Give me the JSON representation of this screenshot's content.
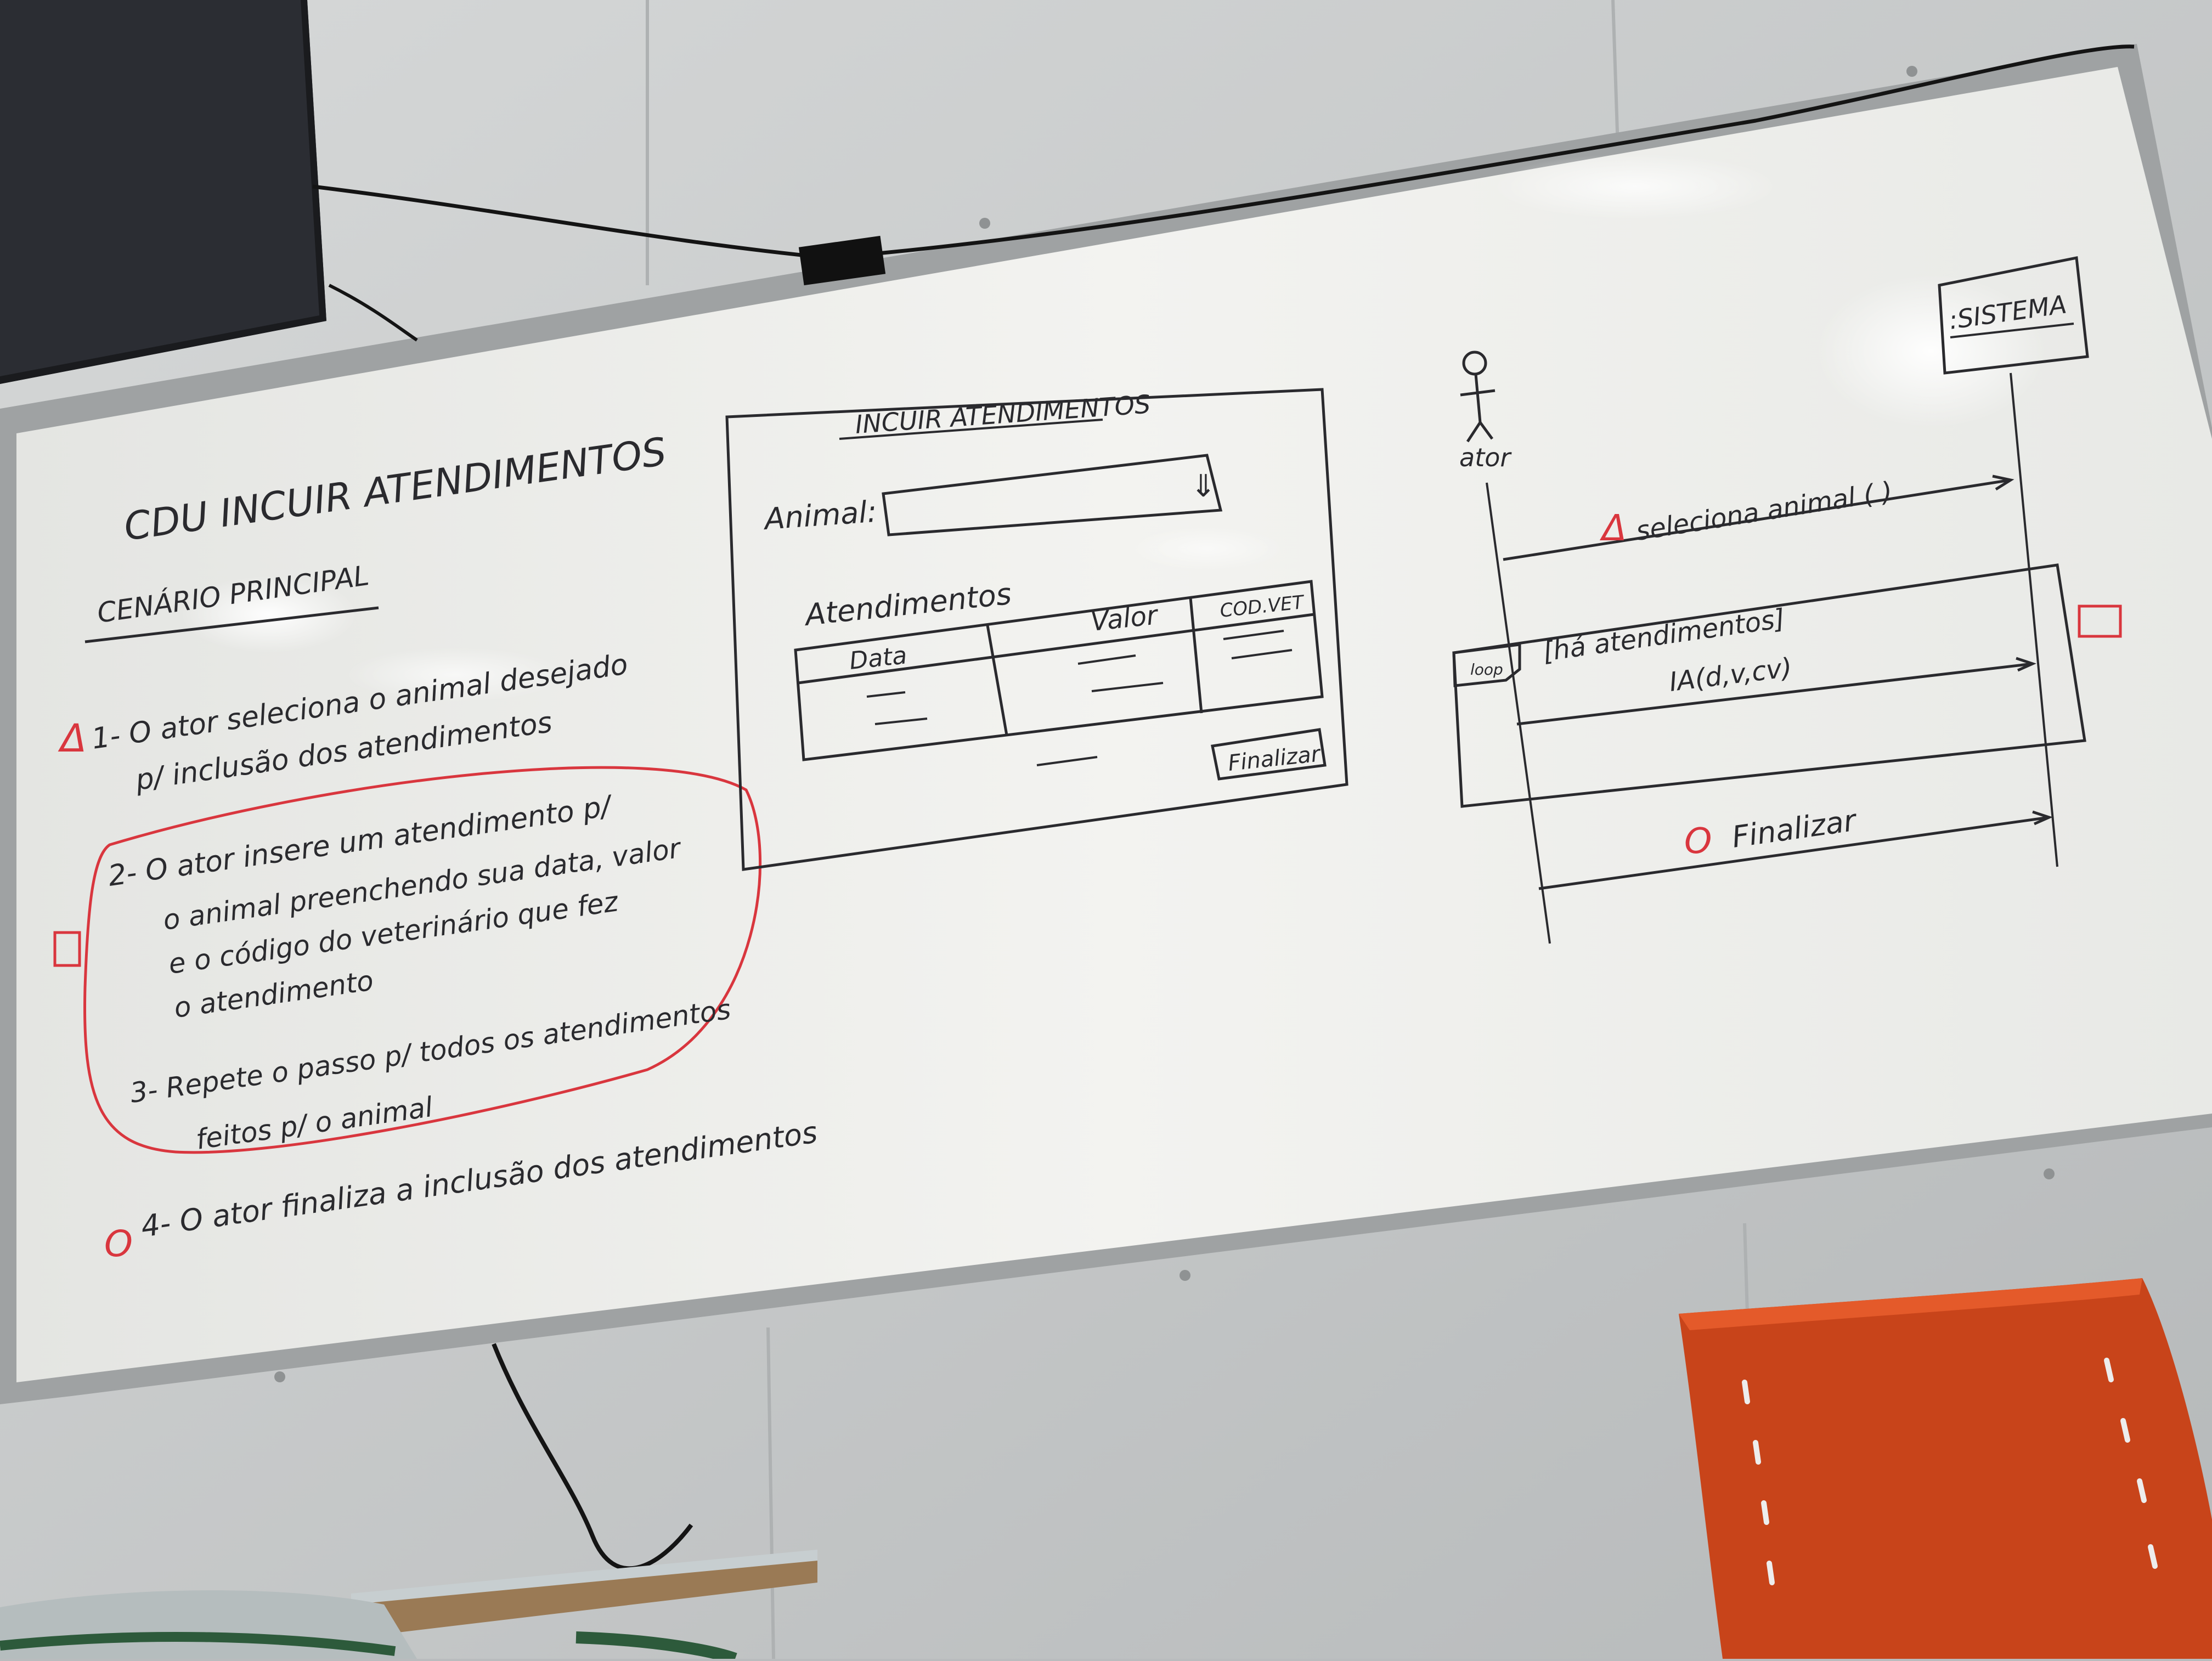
{
  "left_panel": {
    "title": "CDU INCUIR ATENDIMENTOS",
    "section": "CENÁRIO PRINCIPAL",
    "step1_marker": "Δ",
    "step1_line1": "1- O ator seleciona o animal desejado",
    "step1_line2": "p/ inclusão dos atendimentos",
    "step2_marker": "□",
    "step2_line1": "2- O ator insere um atendimento p/",
    "step2_line2": "o animal preenchendo sua data, valor",
    "step2_line3": "e o código do veterinário que fez",
    "step2_line4": "o atendimento",
    "step3_line1": "3- Repete o passo p/ todos os atendimentos",
    "step3_line2": "feitos p/ o animal",
    "step4_marker": "O",
    "step4_line1": "4- O ator finaliza a inclusão dos atendimentos"
  },
  "mockup": {
    "title": "INCUIR ATENDIMENTOS",
    "animal_label": "Animal:",
    "dropdown_arrow": "⇓",
    "table_label": "Atendimentos",
    "col_data": "Data",
    "col_valor": "Valor",
    "col_codvet": "COD.VET",
    "button": "Finalizar"
  },
  "sequence": {
    "actor_label": "ator",
    "system_label": ":SISTEMA",
    "msg1_marker": "Δ",
    "msg1": "seleciona animal ( )",
    "loop_label": "loop",
    "guard": "[há atendimentos]",
    "msg2": "IA(d,v,cv)",
    "loop_marker": "□",
    "msg3_marker": "O",
    "msg3": "Finalizar"
  },
  "colors": {
    "ink": "#2a2a2e",
    "marker_red": "#d9363e",
    "board": "#f1f1ee",
    "wall": "#c9cccd",
    "chair": "#c8441a"
  }
}
